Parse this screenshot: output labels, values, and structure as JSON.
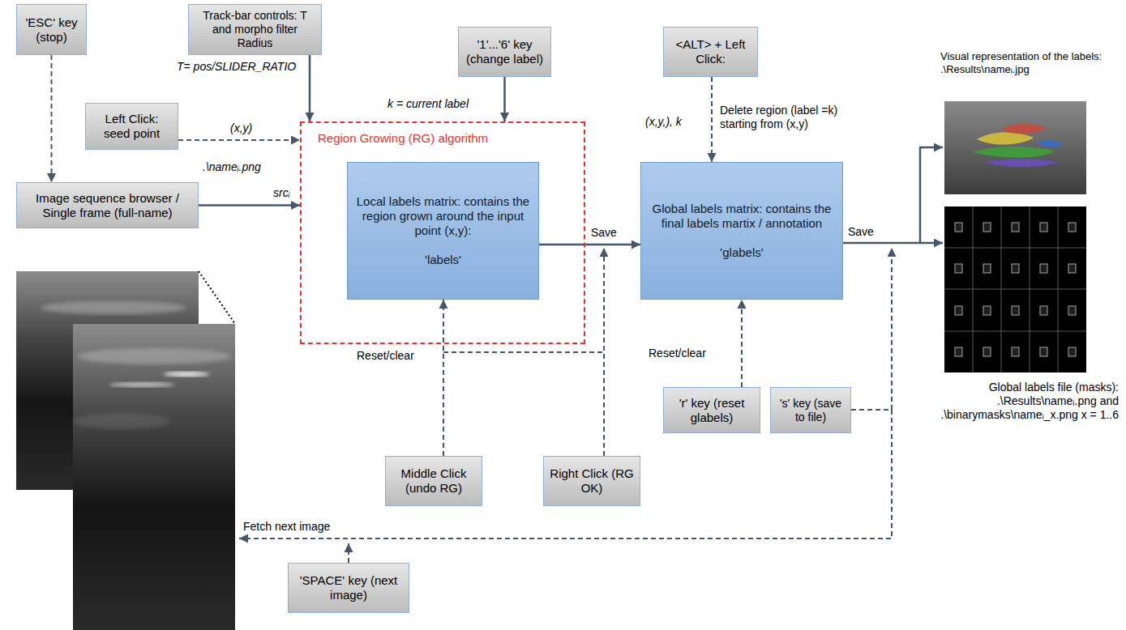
{
  "diagram": {
    "nodes": [
      {
        "text": [
          "'ESC' key (stop)"
        ]
      },
      {
        "text": [
          "Track-bar controls: T and morpho filter Radius"
        ]
      },
      {
        "text": [
          "'1'...'6' key (change label)"
        ]
      },
      {
        "text": [
          "<ALT> + Left Click:"
        ]
      },
      {
        "text": [
          "Left Click: seed point"
        ]
      },
      {
        "text": [
          "Image sequence browser / Single frame (full-name)"
        ]
      },
      {
        "text": [
          "Region Growing (RG) algorithm"
        ]
      },
      {
        "text": [
          "Local labels matrix: contains the region grown around the input point (x,y):",
          "'labels'"
        ],
        "in": 6
      },
      {
        "text": [
          "Global labels matrix: contains the final labels martix / annotation",
          "'glabels'"
        ]
      },
      {
        "text": [
          "Middle Click (undo RG)"
        ]
      },
      {
        "text": [
          "Right Click (RG OK)"
        ]
      },
      {
        "text": [
          "'r' key (reset glabels)"
        ]
      },
      {
        "text": [
          "'s' key (save to file)"
        ]
      },
      {
        "text": [
          "'SPACE' key (next image)"
        ]
      }
    ],
    "edges": [
      {
        "from": 0,
        "to": 5,
        "arrow": "to"
      },
      {
        "from": 1,
        "to": 6,
        "arrow": "to"
      },
      {
        "from": 2,
        "to": 6,
        "arrow": "to"
      },
      {
        "from": 4,
        "to": 6,
        "arrow": "to",
        "label": "(x,y)"
      },
      {
        "from": 5,
        "to": 6,
        "arrow": "to",
        "label": "srcᵢ"
      },
      {
        "from": 3,
        "to": 8,
        "arrow": "to"
      },
      {
        "from": 7,
        "to": 8,
        "arrow": "to",
        "label": "Save"
      },
      {
        "from": 9,
        "to": 7,
        "arrow": "to"
      },
      {
        "from": 11,
        "to": 8,
        "arrow": "to"
      }
    ],
    "labels": [
      "T= pos/SLIDER_RATIO",
      "k = current label",
      ".\\nameᵢ.png",
      "(x,y,), k",
      "Delete region (label =k) starting from (x,y)",
      "Reset/clear",
      "Reset/clear",
      "Save",
      "Visual representation of the labels: .\\Results\\nameᵢ.jpg",
      "Global labels file (masks): .\\Results\\nameᵢ.png and .\\binarymasks\\nameᵢ_x.png x = 1..6",
      "Fetch next image"
    ]
  }
}
